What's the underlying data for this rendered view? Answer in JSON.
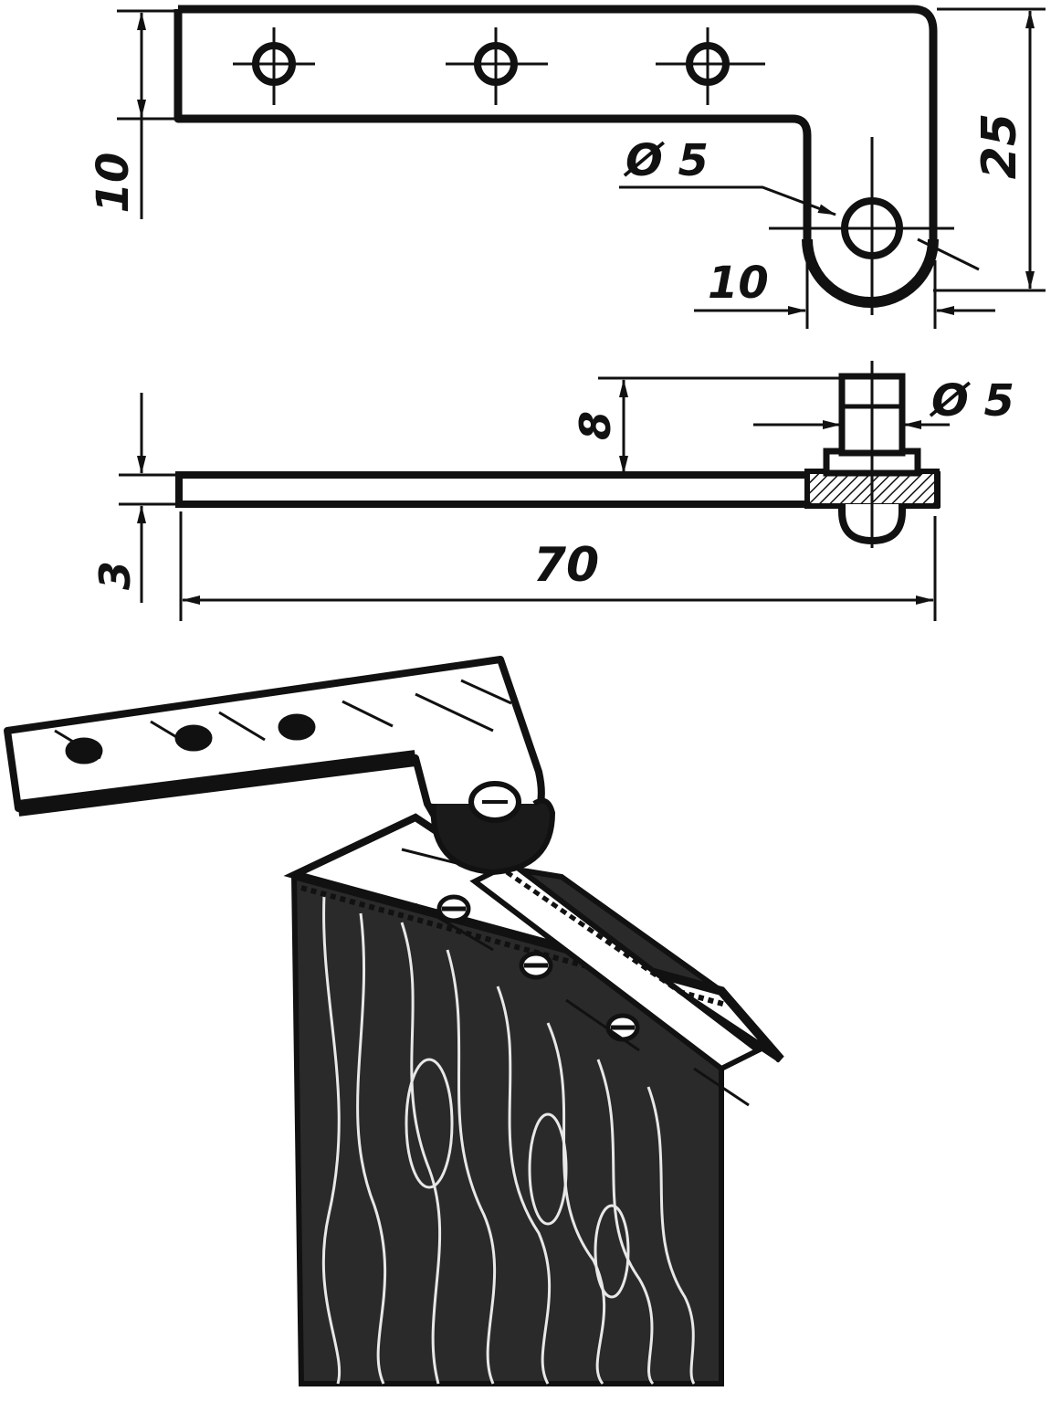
{
  "diagram": {
    "plan_view": {
      "dims": {
        "height_left": "10",
        "hole_diameter": "Ø 5",
        "height_right": "25",
        "knuckle_width": "10"
      }
    },
    "side_view": {
      "dims": {
        "pin_height": "8",
        "pin_diameter": "Ø 5",
        "thickness": "3",
        "length": "70"
      }
    },
    "colors": {
      "ink": "#111111",
      "paper": "#ffffff",
      "wood": "#2a2a2a"
    }
  }
}
